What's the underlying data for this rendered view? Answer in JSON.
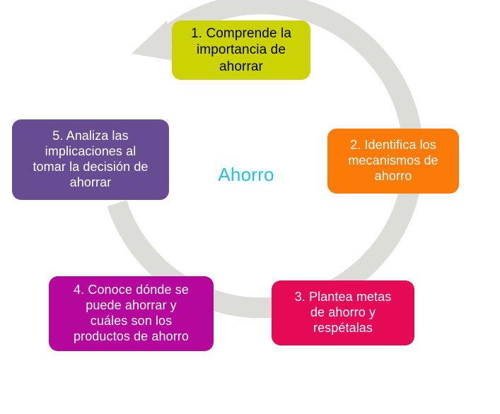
{
  "diagram": {
    "title_center": "Ahorro",
    "center_color": "#1CC4EA",
    "ring_color": "#DCDCD8",
    "background": "#FFFFFF",
    "type": "cycle",
    "direction": "clockwise",
    "arrow": {
      "name": "cycle-arrow",
      "points_to_step": 1,
      "color": "#DCDCD8"
    },
    "steps": [
      {
        "number": "1.",
        "label": "1. Comprende la\nimportancia de\nahorrar",
        "color": "#CCD302",
        "text_color": "#000000",
        "position": "top"
      },
      {
        "number": "2.",
        "label": "2. Identifica los\nmecanismos de\nahorro",
        "color": "#FC7A08",
        "text_color": "#FFFFFF",
        "position": "right"
      },
      {
        "number": "3.",
        "label": "3. Plantea metas\nde ahorro y\nrespétalas",
        "color": "#E50A55",
        "text_color": "#FFFFFF",
        "position": "bottom-right"
      },
      {
        "number": "4.",
        "label": "4. Conoce dónde se\npuede ahorrar y\ncuáles son los\nproductos de ahorro",
        "color": "#B5079C",
        "text_color": "#FFFFFF",
        "position": "bottom-left"
      },
      {
        "number": "5.",
        "label": "5. Analiza las\nimplicaciones al\ntomar la decisión de\nahorrar",
        "color": "#684C93",
        "text_color": "#FFFFFF",
        "position": "left"
      }
    ]
  }
}
